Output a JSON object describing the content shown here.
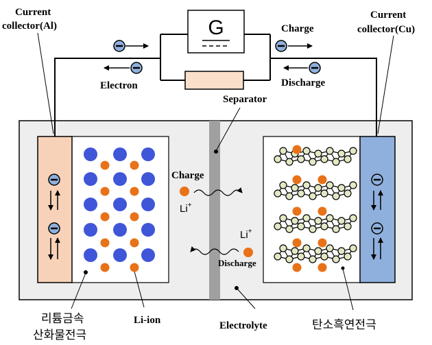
{
  "labels": {
    "collector_left": [
      "Current",
      "collector(Al)"
    ],
    "collector_right": [
      "Current",
      "collector(Cu)"
    ],
    "galvanometer": "G",
    "charge_top": "Charge",
    "discharge_top": "Discharge",
    "electron": "Electron",
    "separator": "Separator",
    "charge_mid": "Charge",
    "discharge_mid": "Discharge",
    "li_ion_symbol": "Li",
    "li_ion_charge": "+",
    "cathode_kor": [
      "리튬금속",
      "산화물전극"
    ],
    "li_ion": "Li-ion",
    "electrolyte": "Electrolyte",
    "anode_kor": "탄소흑연전극",
    "electron_symbol": "⊖"
  },
  "colors": {
    "cathode_collector": "#f8d2b8",
    "anode_collector": "#8fb0dc",
    "metal_atom": "#3f56d8",
    "li_ion": "#e87218",
    "carbon_atom": "#e3e8c4",
    "separator": "#a0a0a0",
    "cell_bg": "#eeeeee",
    "resistor": "#fae0cb"
  }
}
